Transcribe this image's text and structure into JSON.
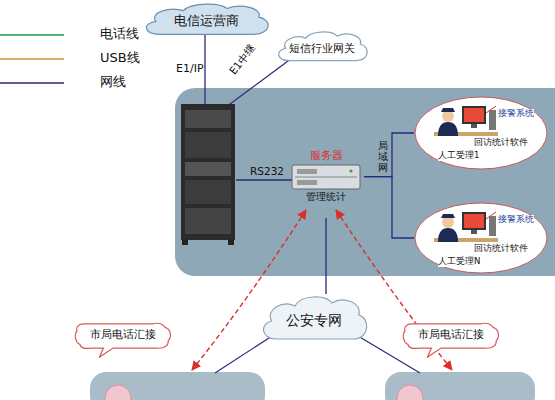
{
  "diagram": {
    "nodes": [
      {
        "text": [
          "电信运营商"
        ]
      },
      {
        "text": [
          "短信行业网关"
        ]
      },
      {
        "text": [
          "服务器",
          "管理统计"
        ]
      },
      {
        "text": [
          "接警系统",
          "回访统计软件",
          "人工受理1"
        ]
      },
      {
        "text": [
          "接警系统",
          "回访统计软件",
          "人工受理N"
        ]
      },
      {
        "text": [
          "公安专网"
        ]
      },
      {
        "text": [
          "市局电话汇接"
        ]
      },
      {
        "text": [
          "市局电话汇接"
        ]
      }
    ],
    "edges": [
      {
        "from": 2,
        "to": 3,
        "arrow": "none"
      },
      {
        "from": 2,
        "to": 4,
        "arrow": "none"
      },
      {
        "from": 2,
        "to": 5,
        "arrow": "none"
      }
    ],
    "labels": [
      "E1/IP",
      "E1中继",
      "RS232",
      "局域网"
    ],
    "legend": [
      {
        "text": "电话线"
      },
      {
        "text": "USB线"
      },
      {
        "text": "网线"
      }
    ]
  }
}
